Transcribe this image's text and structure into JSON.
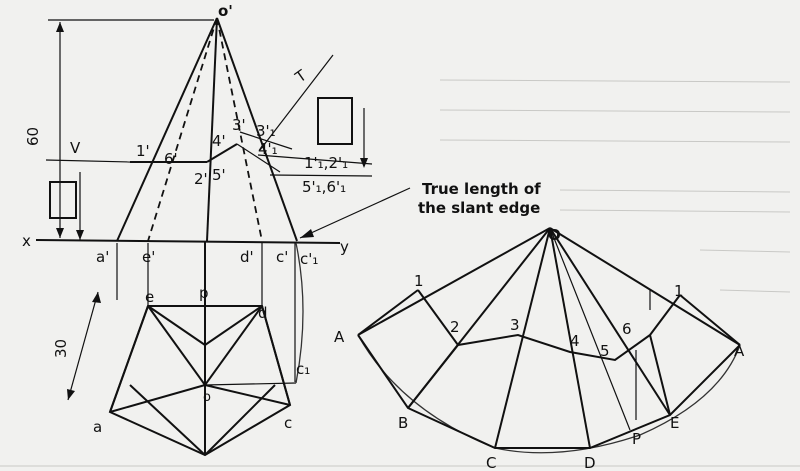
{
  "labels": {
    "o_prime": "o'",
    "dim_60": "60",
    "dim_30": "30",
    "T": "T",
    "V": "V",
    "x": "x",
    "y": "y",
    "one_prime": "1'",
    "six_prime": "6'",
    "two_prime": "2'",
    "five_prime": "5'",
    "three_prime": "3'",
    "four_prime": "4'",
    "three_one": "3'₁",
    "four_one": "4'₁",
    "one_two": "1'₁,2'₁",
    "five_six": "5'₁,6'₁",
    "true_length_1": "True length of",
    "true_length_2": "the slant edge",
    "a_prime": "a'",
    "e_prime": "e'",
    "d_prime": "d'",
    "c_prime": "c'",
    "c1_prime": "c'₁",
    "p": "p",
    "e": "e",
    "d": "d",
    "c1": "c₁",
    "o": "o",
    "a": "a",
    "c": "c",
    "dev_O": "O",
    "dev_1": "1",
    "dev_2": "2",
    "dev_3": "3",
    "dev_4": "4",
    "dev_5": "5",
    "dev_6": "6",
    "dev_1b": "1",
    "dev_A_left": "A",
    "dev_A_right": "A",
    "dev_B": "B",
    "dev_C": "C",
    "dev_D": "D",
    "dev_E": "E",
    "dev_P": "P"
  }
}
